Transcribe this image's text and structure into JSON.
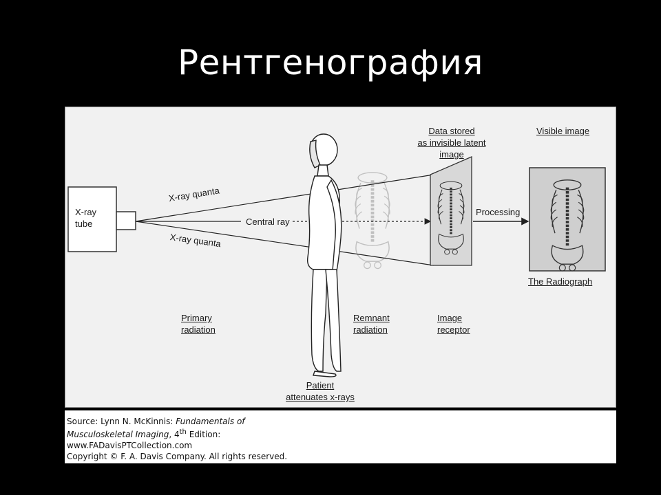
{
  "slide": {
    "title": "Рентгенография"
  },
  "diagram": {
    "tube": [
      "X-ray",
      "tube"
    ],
    "xray_quanta_top": "X-ray quanta",
    "central_ray": "Central ray",
    "xray_quanta_bottom": "X-ray quanta",
    "data_stored": [
      "Data stored",
      "as invisible latent",
      "image"
    ],
    "visible_image": "Visible image",
    "processing": "Processing",
    "the_radiograph": "The Radiograph",
    "primary_radiation": [
      "Primary",
      "radiation"
    ],
    "remnant_radiation": [
      "Remnant",
      "radiation"
    ],
    "image_receptor": [
      "Image",
      "receptor"
    ],
    "patient": [
      "Patient",
      "attenuates x-rays"
    ]
  },
  "source": {
    "line1_prefix": "Source: Lynn N. McKinnis: ",
    "line1_italic": "Fundamentals of",
    "line2_italic": "Musculoskeletal Imaging",
    "line2_mid": ", 4",
    "line2_sup": "th",
    "line2_suffix": " Edition:",
    "line3": "www.FADavisPTCollection.com",
    "line4": "Copyright © F. A. Davis Company. All rights reserved."
  }
}
